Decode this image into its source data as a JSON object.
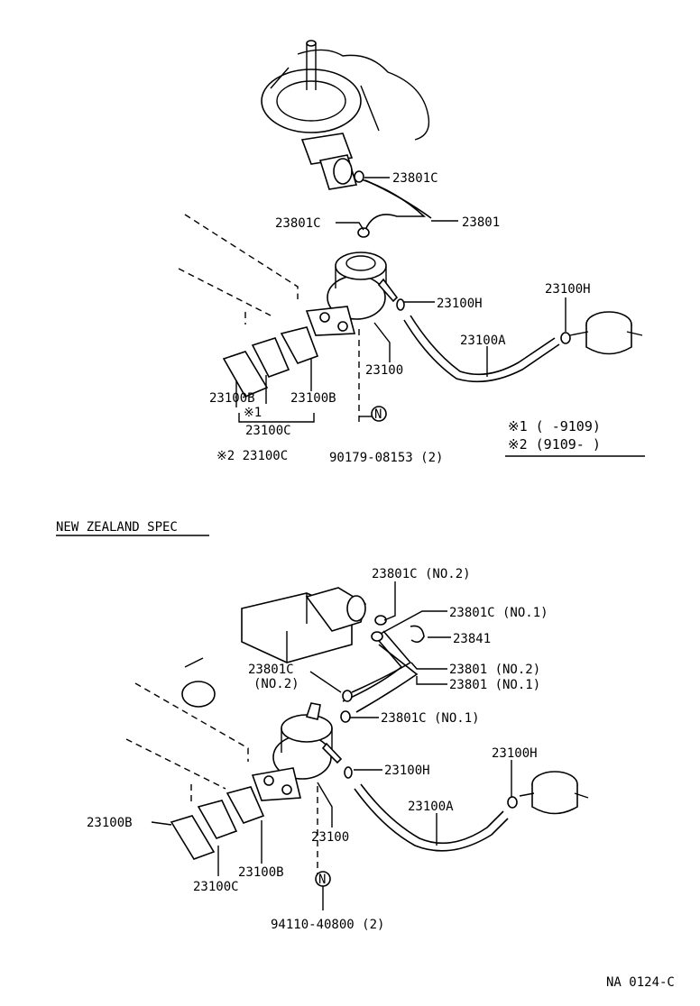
{
  "top": {
    "labels": {
      "l_23801c_a": "23801C",
      "l_23801c_b": "23801C",
      "l_23801": "23801",
      "l_23100h_a": "23100H",
      "l_23100h_b": "23100H",
      "l_23100a": "23100A",
      "l_23100": "23100",
      "l_23100b_a": "23100B",
      "l_23100b_b": "23100B",
      "l_mark1": "※1",
      "l_23100c_a": "23100C",
      "l_mark2_23100c": "※2 23100C",
      "l_bolt": "90179-08153 (2)",
      "l_n": "N"
    },
    "notes": {
      "note1": "※1 (      -9109)",
      "note2": "※2 (9109-       )"
    }
  },
  "nz": {
    "spec_title": "NEW ZEALAND SPEC",
    "labels": {
      "l_23801c_no2_top": "23801C (NO.2)",
      "l_23801c_no1_top": "23801C (NO.1)",
      "l_23841": "23841",
      "l_23801c_left_1": "23801C",
      "l_23801c_left_2": "(NO.2)",
      "l_23801_no2": "23801 (NO.2)",
      "l_23801_no1": "23801 (NO.1)",
      "l_23801c_no1_low": "23801C (NO.1)",
      "l_23100h_a": "23100H",
      "l_23100h_b": "23100H",
      "l_23100a": "23100A",
      "l_23100b_a": "23100B",
      "l_23100": "23100",
      "l_23100b_b": "23100B",
      "l_23100c": "23100C",
      "l_bolt": "94110-40800 (2)",
      "l_n": "N"
    }
  },
  "footer": {
    "code": "NA 0124-C"
  }
}
